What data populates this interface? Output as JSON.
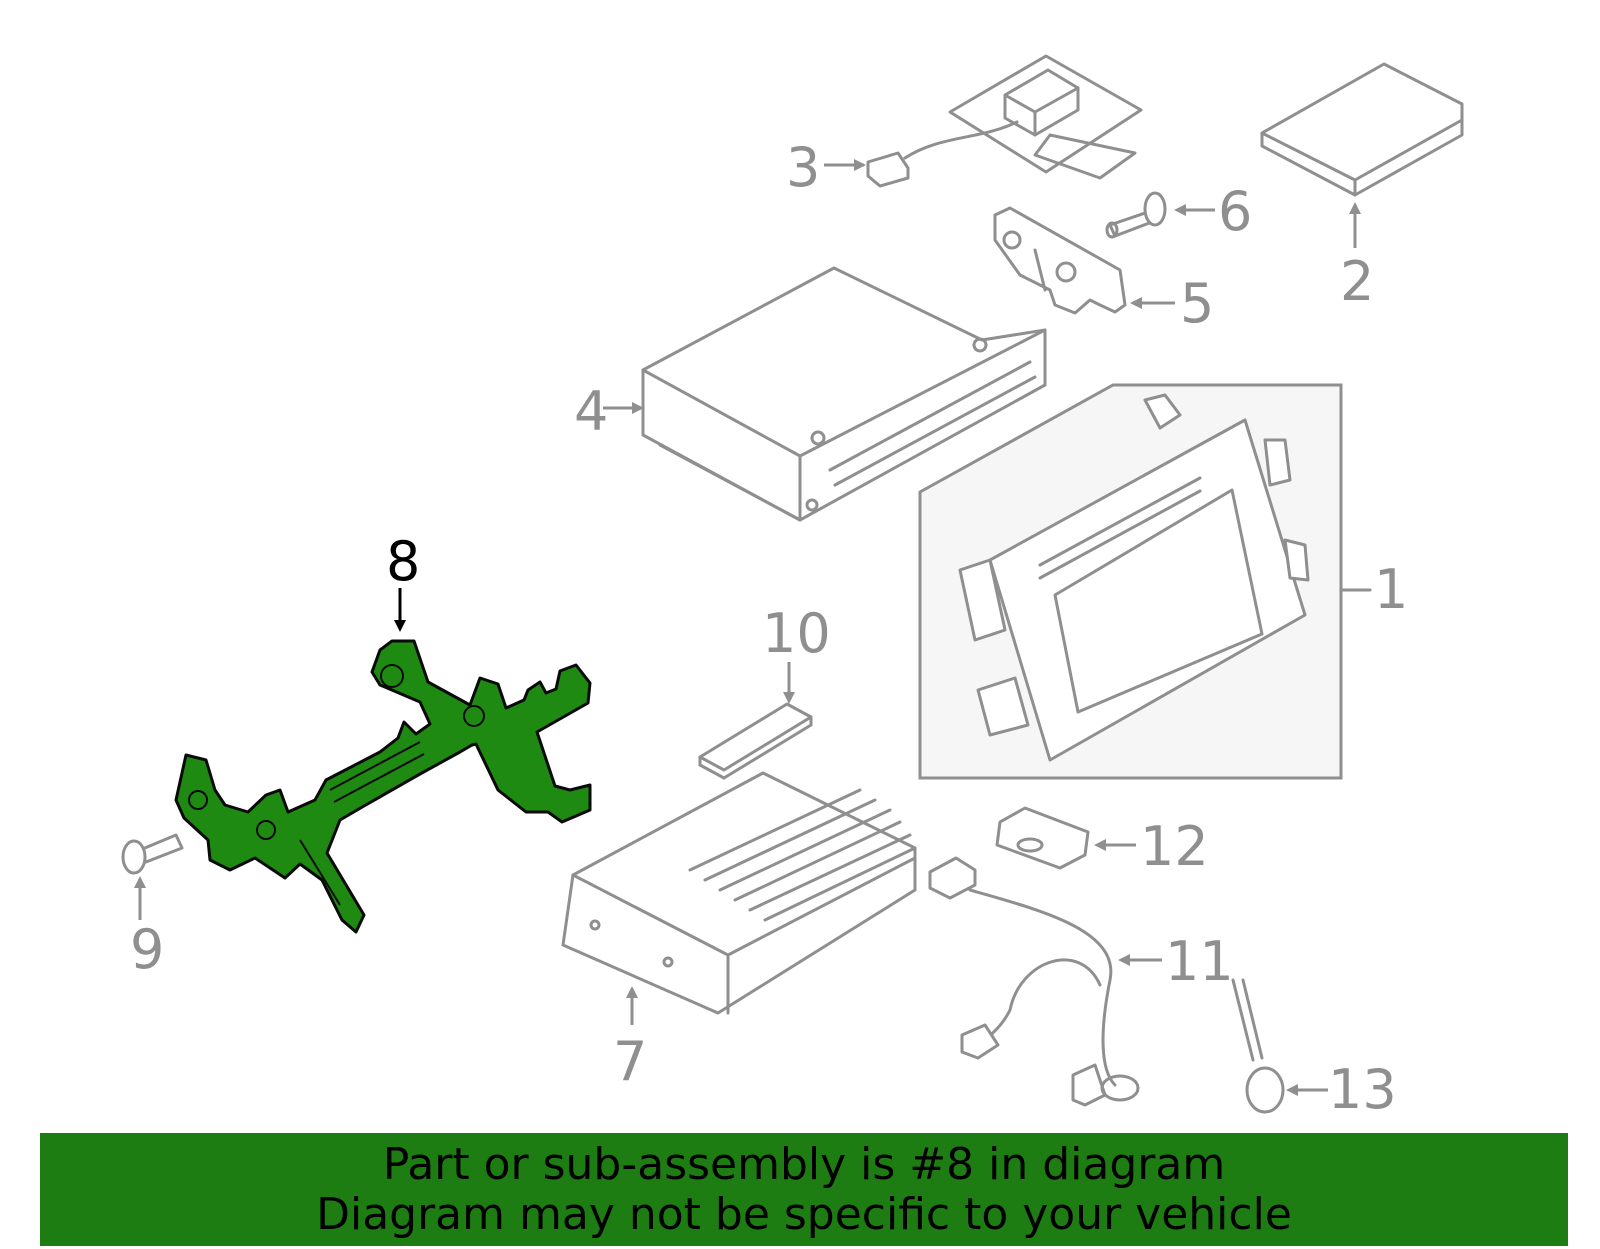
{
  "callouts": {
    "c1": "1",
    "c2": "2",
    "c3": "3",
    "c4": "4",
    "c5": "5",
    "c6": "6",
    "c7": "7",
    "c8": "8",
    "c9": "9",
    "c10": "10",
    "c11": "11",
    "c12": "12",
    "c13": "13"
  },
  "highlight": {
    "part": "8",
    "color": "#1e8a12"
  },
  "banner": {
    "line1": "Part or sub-assembly is #8 in diagram",
    "line2": "Diagram may not be specific to your vehicle",
    "color": "#1e7d12"
  }
}
